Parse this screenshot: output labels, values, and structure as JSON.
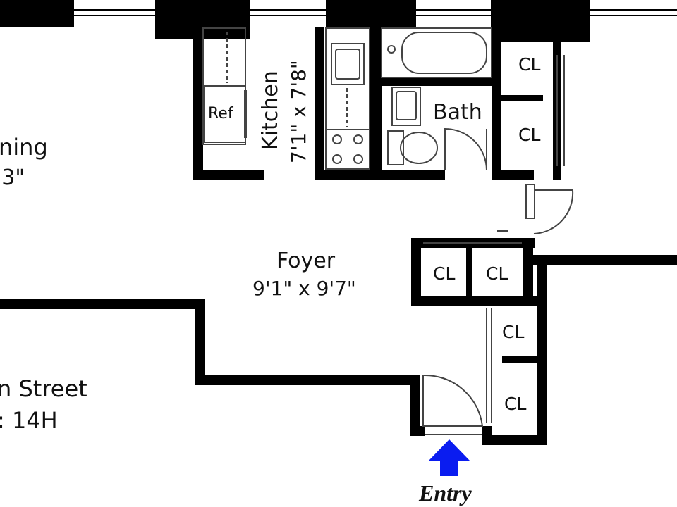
{
  "plan": {
    "colors": {
      "wall": "#000000",
      "fixture": "#444444",
      "entry_arrow": "#0a1cf0",
      "background": "#ffffff"
    },
    "rooms": {
      "kitchen_name": "Kitchen",
      "kitchen_size": "7'1\" x 7'8\"",
      "bath": "Bath",
      "foyer_name": "Foyer",
      "foyer_size": "9'1\" x 9'7\"",
      "dining_fragment": "ning",
      "dining_size_fragment": "'3\"",
      "street_line_1": "n Street",
      "street_line_2": ": 14H"
    },
    "fixtures": {
      "refrigerator": "Ref"
    },
    "closets": [
      "CL",
      "CL",
      "CL",
      "CL",
      "CL",
      "CL"
    ],
    "entry_label": "Entry"
  }
}
